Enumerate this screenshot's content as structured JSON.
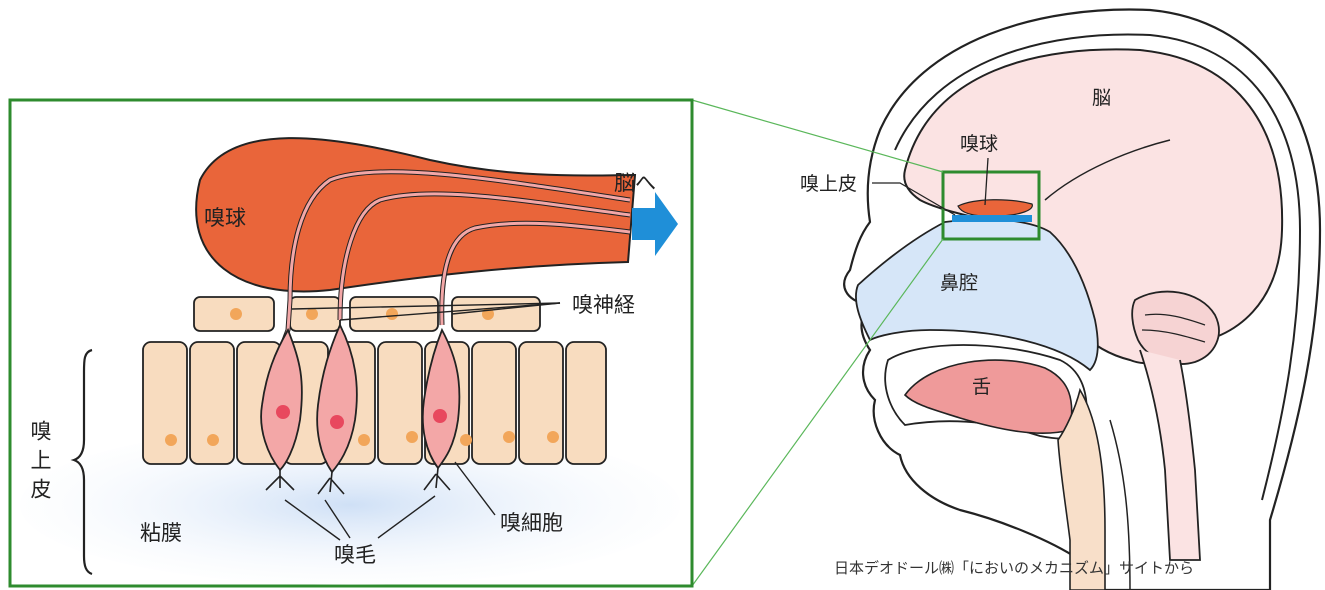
{
  "left_panel": {
    "olfactory_bulb": "嗅球",
    "to_brain": "脳へ",
    "olfactory_nerve": "嗅神経",
    "olfactory_epithelium": "嗅上皮",
    "mucosa": "粘膜",
    "olfactory_hairs": "嗅毛",
    "olfactory_cell": "嗅細胞"
  },
  "right_panel": {
    "brain": "脳",
    "olfactory_bulb": "嗅球",
    "olfactory_epithelium": "嗅上皮",
    "nasal_cavity": "鼻腔",
    "tongue": "舌"
  },
  "credit": "日本デオドール㈱「においのメカニズム」サイトから",
  "colors": {
    "frame_green": "#2e8b2e",
    "bulb_orange": "#e9653a",
    "cell_beige": "#f8dcbf",
    "nucleus_orange": "#f2a65a",
    "receptor_pink": "#f3a7a7",
    "receptor_nucleus": "#e8485e",
    "mucosa_blue": "#d7e6f7",
    "arrow_blue": "#1f8fd8",
    "brain_pink": "#fbe3e3",
    "nasal_blue": "#d6e6f8",
    "tongue_pink": "#ef9a9a",
    "throat_beige": "#f8dfc9"
  }
}
